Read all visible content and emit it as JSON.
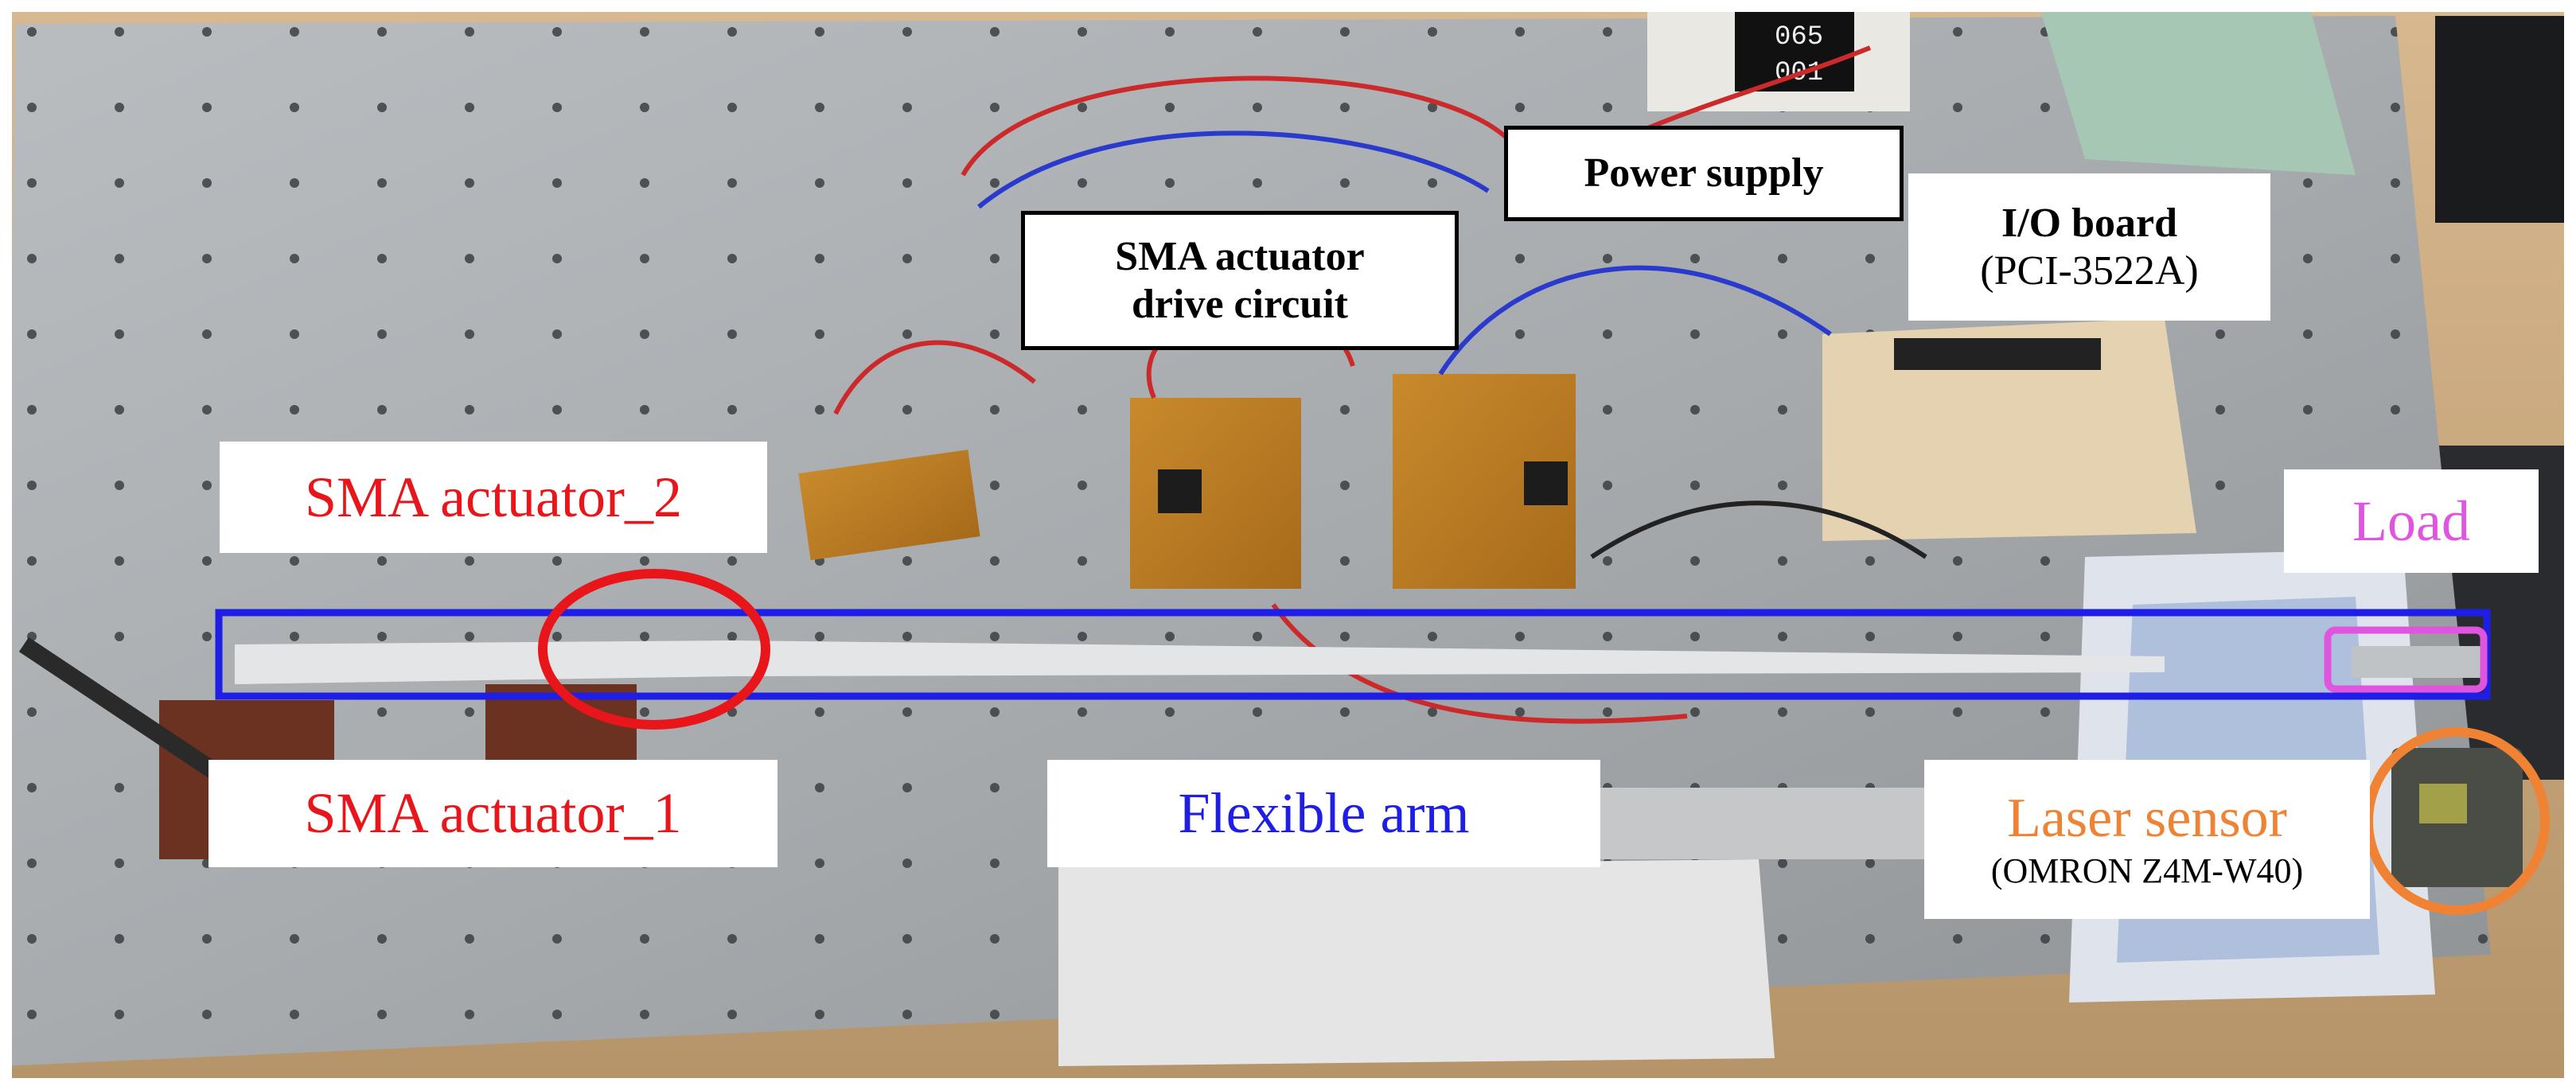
{
  "labels": {
    "power_supply": "Power supply",
    "drive_circuit_line1": "SMA actuator",
    "drive_circuit_line2": "drive circuit",
    "io_board_line1": "I/O board",
    "io_board_line2": "(PCI-3522A)",
    "sma_actuator_2": "SMA actuator_2",
    "sma_actuator_1": "SMA actuator_1",
    "flexible_arm": "Flexible arm",
    "load": "Load",
    "laser_sensor_line1": "Laser sensor",
    "laser_sensor_line2": "(OMRON Z4M-W40)"
  },
  "readouts": {
    "display_top": "065",
    "display_bottom": "001"
  },
  "colors": {
    "sma_label": "#e8151b",
    "flexible_arm": "#1f1ee6",
    "load": "#e055e0",
    "laser_sensor": "#ef8233"
  }
}
